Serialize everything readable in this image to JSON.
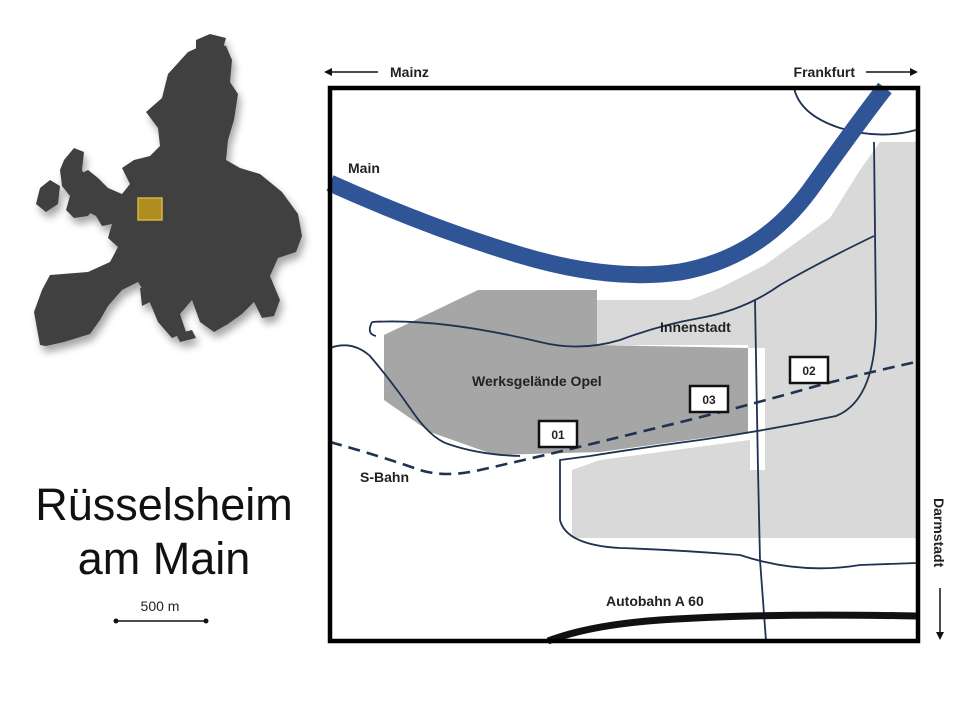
{
  "title": {
    "line1": "Rüsselsheim",
    "line2": "am Main"
  },
  "scale": {
    "label": "500 m"
  },
  "directions": {
    "west": "Mainz",
    "east": "Frankfurt",
    "south": "Darmstadt"
  },
  "map": {
    "river": "Main",
    "district": "Innenstadt",
    "factory": "Werksgelände Opel",
    "rail": "S-Bahn",
    "motorway": "Autobahn A 60",
    "markers": [
      "01",
      "02",
      "03"
    ]
  },
  "colors": {
    "river": "#2f5597",
    "europe": "#404040",
    "locator": "#b08d1e",
    "urban": "#d9d9d9",
    "factory": "#a6a6a6",
    "lines": "#1f3250"
  }
}
